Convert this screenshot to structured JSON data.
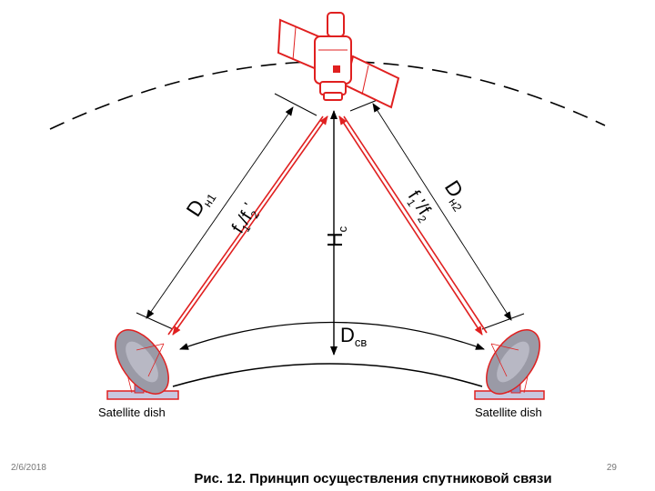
{
  "slide": {
    "date": "2/6/2018",
    "page_number": "29",
    "caption": "Рис. 12. Принцип осуществления спутниковой связи"
  },
  "diagram": {
    "left_dish_label": "Satellite dish",
    "right_dish_label": "Satellite dish",
    "left_distance": {
      "main": "D",
      "sub": "н1"
    },
    "right_distance": {
      "main": "D",
      "sub": "н2"
    },
    "height": {
      "main": "H",
      "sub": "c"
    },
    "ground_distance": {
      "main": "D",
      "sub": "св"
    },
    "left_freq": {
      "a": "f",
      "a_sub": "1",
      "mid": "/f",
      "b_sub": "2",
      "b_sup": "'"
    },
    "right_freq": {
      "a": "f",
      "a_sub": "1",
      "mid": "'/f",
      "b_sub": "2"
    },
    "colors": {
      "accent": "#e02020",
      "dish": "#9a9aa6",
      "mount": "#c8c8e0",
      "ink": "#000000"
    }
  }
}
